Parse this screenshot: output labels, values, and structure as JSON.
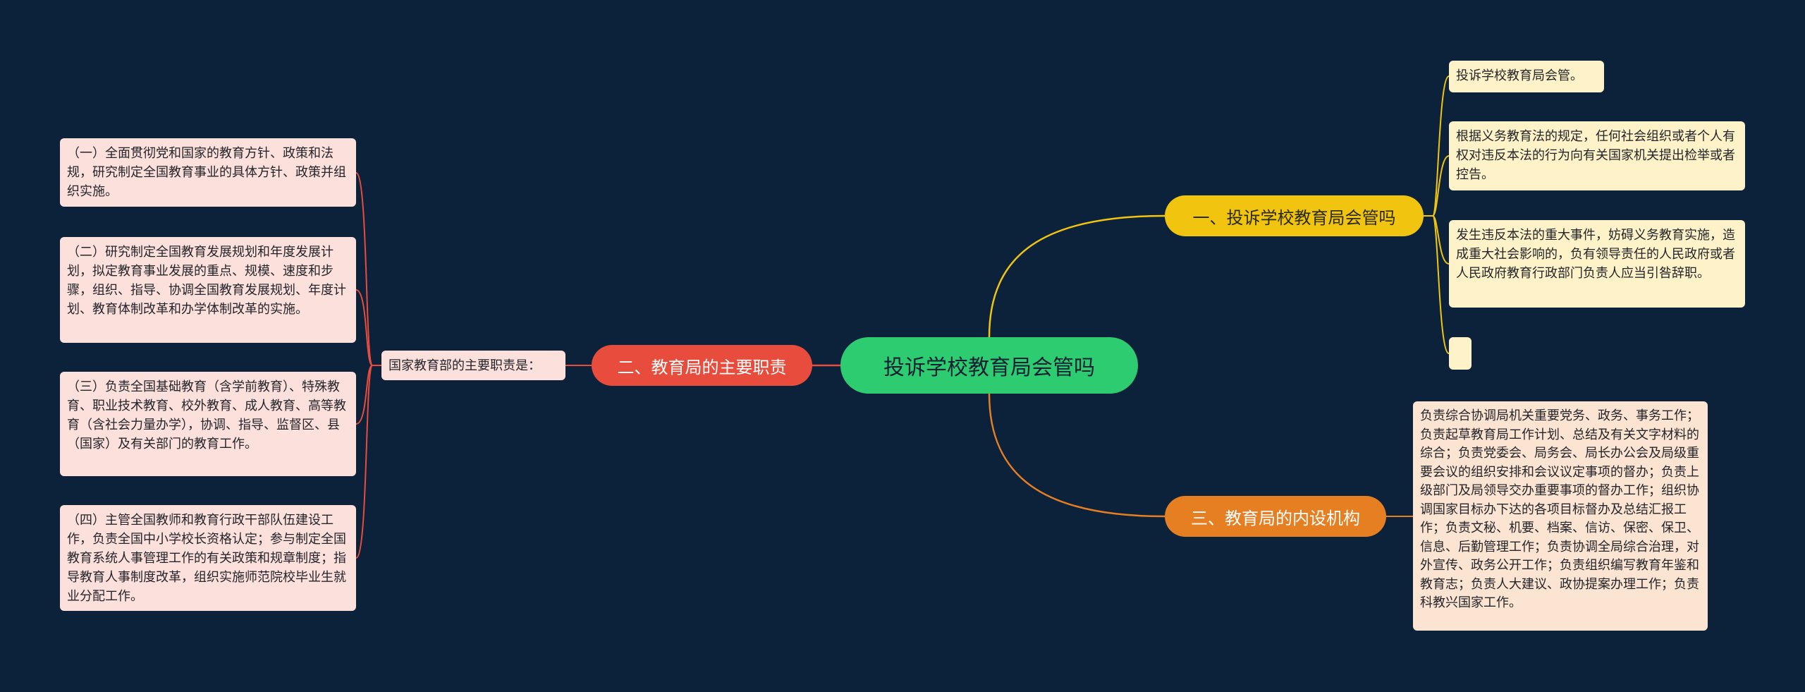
{
  "mindmap": {
    "root": {
      "label": "投诉学校教育局会管吗"
    },
    "branches": [
      {
        "label": "一、投诉学校教育局会管吗",
        "color": "#f1c40f",
        "children": [
          "投诉学校教育局会管。",
          "根据义务教育法的规定，任何社会组织或者个人有权对违反本法的行为向有关国家机关提出检举或者控告。",
          "发生违反本法的重大事件，妨碍义务教育实施，造成重大社会影响的，负有领导责任的人民政府或者人民政府教育行政部门负责人应当引咎辞职。",
          ""
        ]
      },
      {
        "label": "二、教育局的主要职责",
        "color": "#e74c3c",
        "intermediate": "国家教育部的主要职责是：",
        "children": [
          "（一）全面贯彻党和国家的教育方针、政策和法规，研究制定全国教育事业的具体方针、政策并组织实施。",
          "（二）研究制定全国教育发展规划和年度发展计划，拟定教育事业发展的重点、规模、速度和步骤，组织、指导、协调全国教育发展规划、年度计划、教育体制改革和办学体制改革的实施。",
          "（三）负责全国基础教育（含学前教育）、特殊教育、职业技术教育、校外教育、成人教育、高等教育（含社会力量办学），协调、指导、监督区、县（国家）及有关部门的教育工作。",
          "（四）主管全国教师和教育行政干部队伍建设工作，负责全国中小学校长资格认定；参与制定全国教育系统人事管理工作的有关政策和规章制度；指导教育人事制度改革，组织实施师范院校毕业生就业分配工作。"
        ]
      },
      {
        "label": "三、教育局的内设机构",
        "color": "#e67e22",
        "children": [
          "负责综合协调局机关重要党务、政务、事务工作；负责起草教育局工作计划、总结及有关文字材料的综合；负责党委会、局务会、局长办公会及局级重要会议的组织安排和会议议定事项的督办；负责上级部门及局领导交办重要事项的督办工作；组织协调国家目标办下达的各项目标督办及总结汇报工作；负责文秘、机要、档案、信访、保密、保卫、信息、后勤管理工作；负责协调全局综合治理，对外宣传、政务公开工作；负责组织编写教育年鉴和教育志；负责人大建议、政协提案办理工作；负责科教兴国家工作。"
        ]
      }
    ]
  },
  "colors": {
    "background": "#0c213a",
    "root": "#2ecc71",
    "branch_1": "#f1c40f",
    "branch_2": "#e74c3c",
    "branch_3": "#e67e22"
  }
}
